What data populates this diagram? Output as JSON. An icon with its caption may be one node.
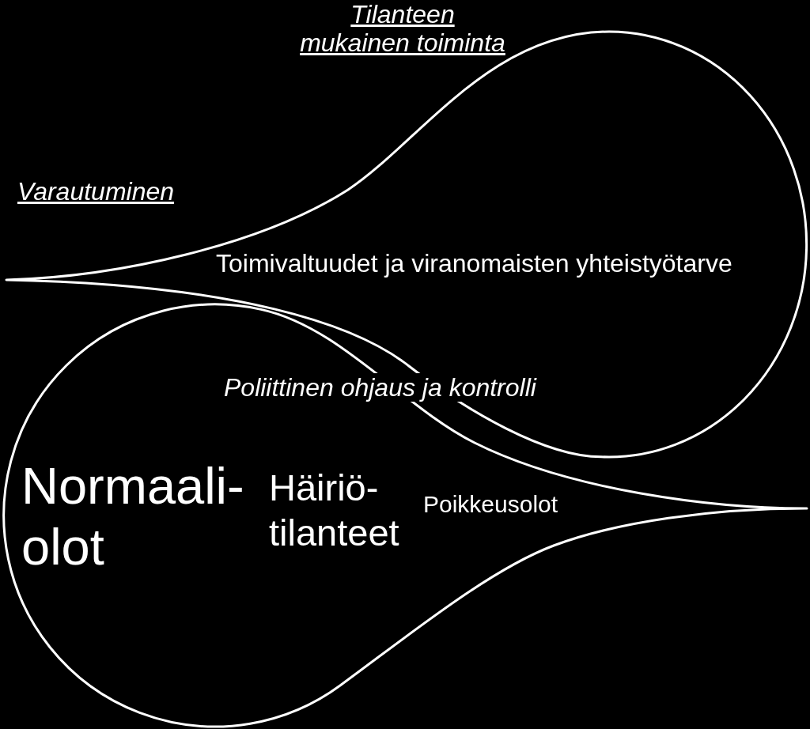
{
  "diagram": {
    "nodes": [
      {
        "text": [
          "Toimivaltuudet ja viranomaisten yhteistyötarve"
        ]
      },
      {
        "text": [
          "Normaali- olot",
          "Häiriö- tilanteet",
          "Poikkeusolot"
        ]
      }
    ],
    "labels": [
      "Tilanteen mukainen toiminta",
      "Varautuminen",
      "Poliittinen ohjaus ja kontrolli"
    ]
  }
}
